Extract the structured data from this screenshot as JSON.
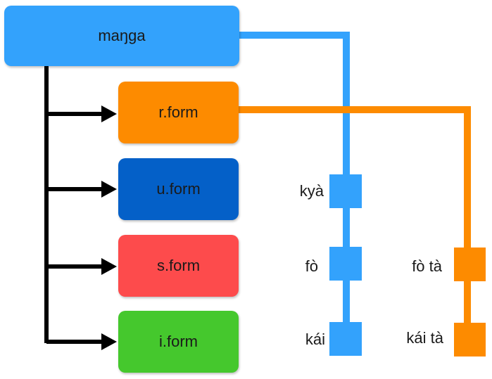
{
  "colors": {
    "root": "#33a2fc",
    "r_form": "#fd8b00",
    "u_form": "#0460c8",
    "s_form": "#fd4b4c",
    "i_form": "#45c82d",
    "blue_line": "#33a2fc",
    "orange_line": "#fd8b00",
    "arrow": "#000000"
  },
  "root": {
    "label": "maŋɡa"
  },
  "forms": [
    {
      "label": "r.form"
    },
    {
      "label": "u.form"
    },
    {
      "label": "s.form"
    },
    {
      "label": "i.form"
    }
  ],
  "blue_track": {
    "labels": [
      "kyà",
      "fò",
      "kái"
    ]
  },
  "orange_track": {
    "labels": [
      "fò tà",
      "kái tà"
    ]
  }
}
